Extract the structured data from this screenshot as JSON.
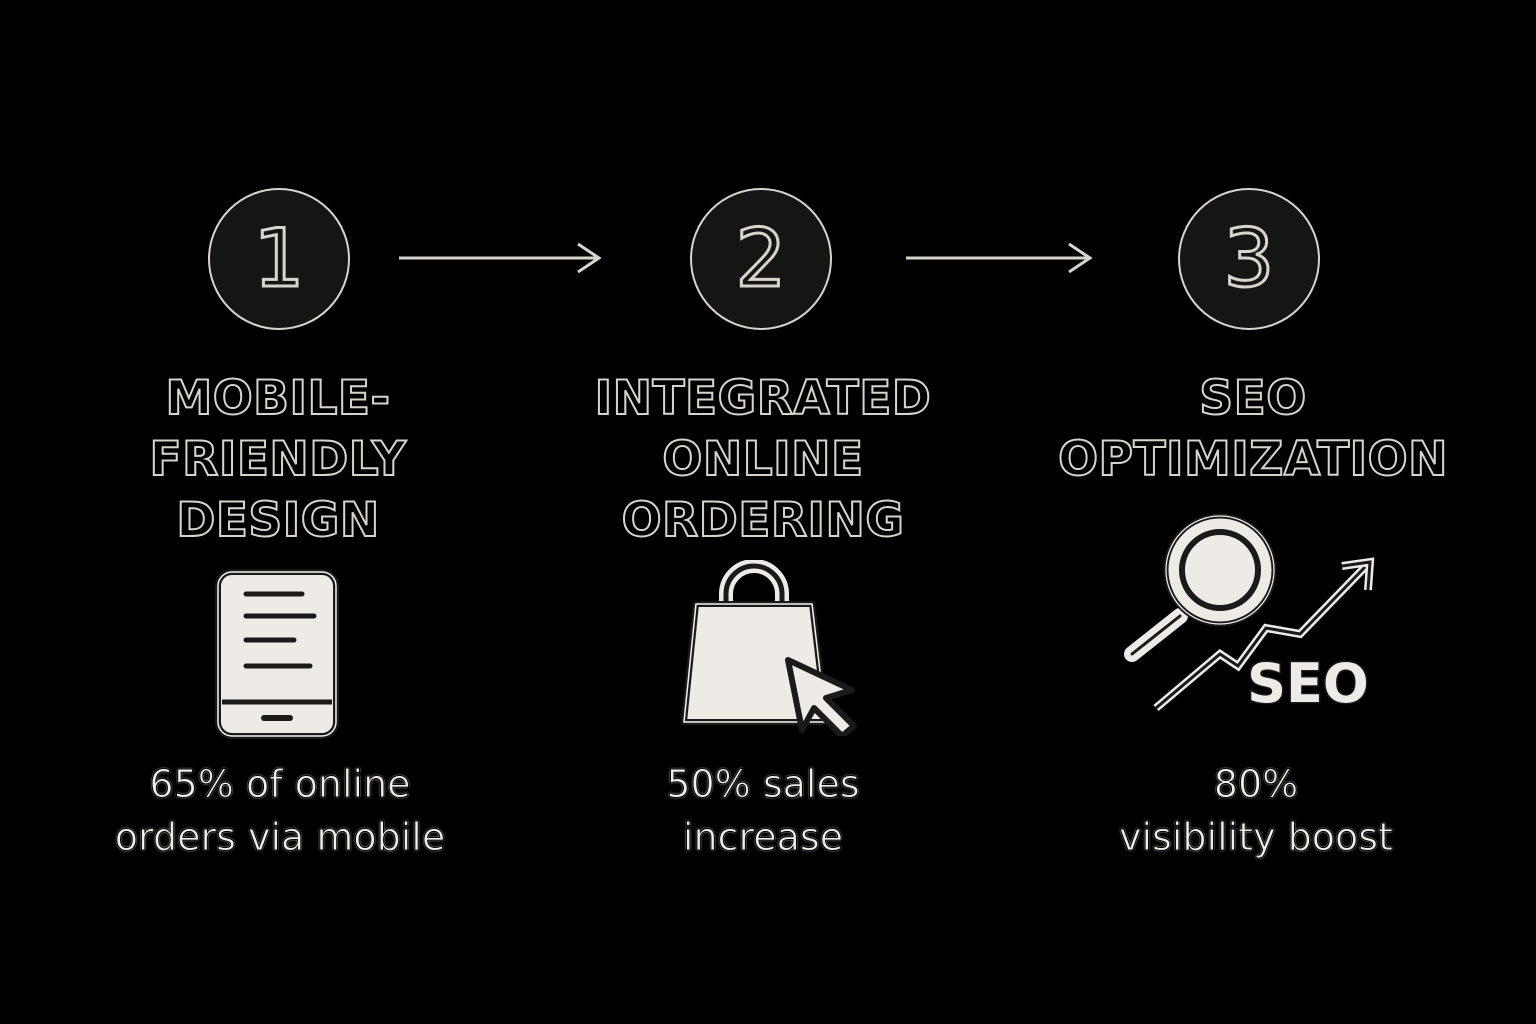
{
  "colors": {
    "background": "#000000",
    "circle_fill": "#151515",
    "outline": "#d8d4cc",
    "icon_fill": "#eeebe6",
    "icon_stroke": "#1a1a1a"
  },
  "steps": [
    {
      "number": "1",
      "title_lines": [
        "MOBILE-",
        "FRIENDLY",
        "DESIGN"
      ],
      "icon": "mobile-phone-icon",
      "stat_lines": [
        "65% of online",
        "orders via mobile"
      ]
    },
    {
      "number": "2",
      "title_lines": [
        "INTEGRATED",
        "ONLINE",
        "ORDERING"
      ],
      "icon": "shopping-bag-cursor-icon",
      "stat_lines": [
        "50% sales",
        "increase"
      ]
    },
    {
      "number": "3",
      "title_lines": [
        "SEO",
        "OPTIMIZATION"
      ],
      "icon": "magnifier-growth-icon",
      "icon_label": "SEO",
      "stat_lines": [
        "80%",
        "visibility boost"
      ]
    }
  ],
  "connectors": [
    "arrow-right-icon",
    "arrow-right-icon"
  ]
}
